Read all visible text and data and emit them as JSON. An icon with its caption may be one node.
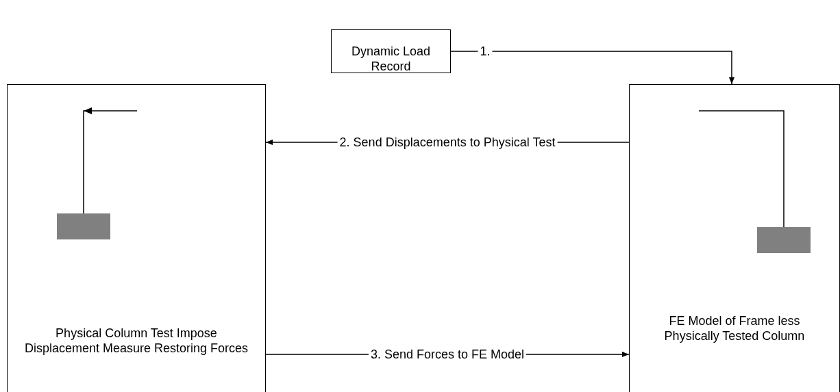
{
  "diagram": {
    "nodes": [
      {
        "text": [
          "Dynamic Load Record"
        ]
      },
      {
        "text": [
          "Physical Column Test Impose Displacement Measure Restoring Forces"
        ]
      },
      {
        "text": [
          "FE Model of Frame less Physically Tested Column"
        ]
      }
    ],
    "edges": [
      {
        "from": 0,
        "to": 2,
        "arrow": "to",
        "label": "1."
      },
      {
        "from": 2,
        "to": 1,
        "arrow": "to",
        "label": "2. Send Displacements to Physical Test"
      },
      {
        "from": 1,
        "to": 2,
        "arrow": "to",
        "label": "3. Send Forces to FE Model"
      }
    ]
  }
}
